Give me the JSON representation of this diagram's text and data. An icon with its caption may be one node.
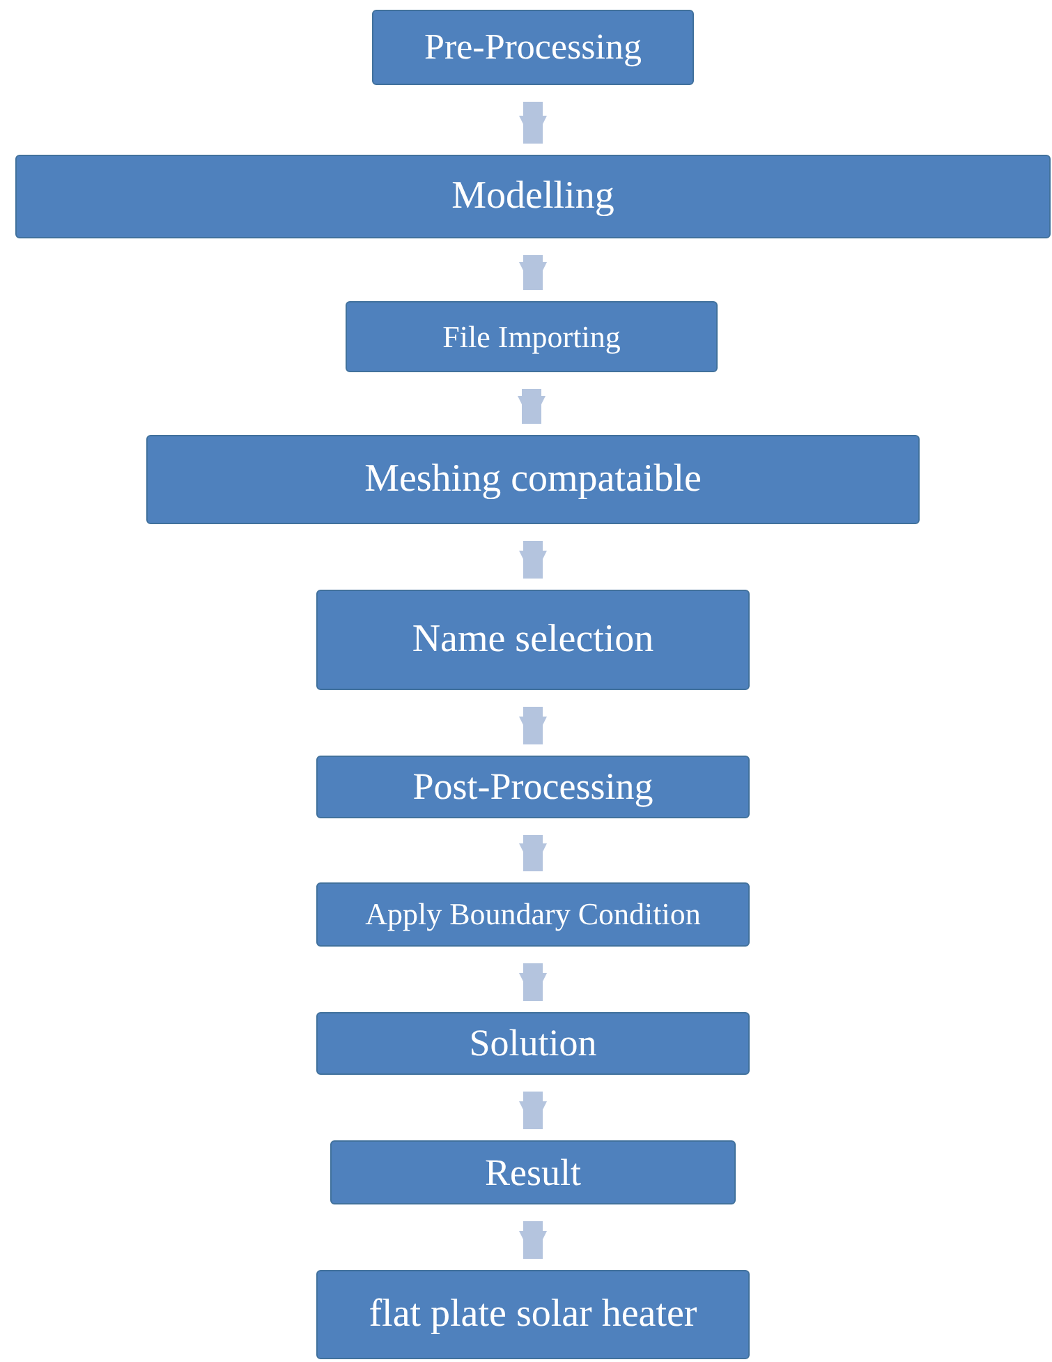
{
  "diagram": {
    "nodes": [
      {
        "text": [
          "Pre-Processing"
        ]
      },
      {
        "text": [
          "Modelling"
        ]
      },
      {
        "text": [
          "File Importing"
        ]
      },
      {
        "text": [
          "Meshing compataible"
        ]
      },
      {
        "text": [
          "Name selection"
        ]
      },
      {
        "text": [
          "Post-Processing"
        ]
      },
      {
        "text": [
          "Apply Boundary Condition"
        ]
      },
      {
        "text": [
          "Solution"
        ]
      },
      {
        "text": [
          "Result"
        ]
      },
      {
        "text": [
          "flat plate solar heater"
        ]
      }
    ],
    "edges": [
      {
        "from": 0,
        "to": 1,
        "arrow": "to"
      },
      {
        "from": 1,
        "to": 2,
        "arrow": "to"
      },
      {
        "from": 2,
        "to": 3,
        "arrow": "to"
      },
      {
        "from": 3,
        "to": 4,
        "arrow": "to"
      },
      {
        "from": 4,
        "to": 5,
        "arrow": "to"
      },
      {
        "from": 5,
        "to": 6,
        "arrow": "to"
      },
      {
        "from": 6,
        "to": 7,
        "arrow": "to"
      },
      {
        "from": 7,
        "to": 8,
        "arrow": "to"
      },
      {
        "from": 8,
        "to": 9,
        "arrow": "to"
      }
    ]
  }
}
